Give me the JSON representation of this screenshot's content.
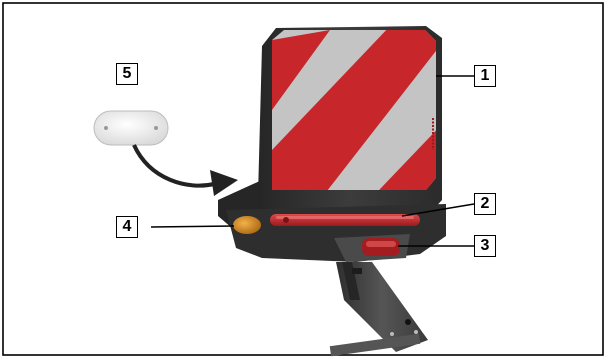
{
  "callouts": [
    {
      "label": "1",
      "part": "warning-panel"
    },
    {
      "label": "2",
      "part": "red-reflector-strip"
    },
    {
      "label": "3",
      "part": "red-rear-light"
    },
    {
      "label": "4",
      "part": "amber-side-reflector"
    },
    {
      "label": "5",
      "part": "white-reflector"
    }
  ],
  "colors": {
    "frame": "#000000",
    "housing": "#3a3a3a",
    "stripe_red": "#c7262b",
    "stripe_grey": "#c4c4c4",
    "amber": "#d48a1c",
    "bracket": "#4a4a4a"
  }
}
